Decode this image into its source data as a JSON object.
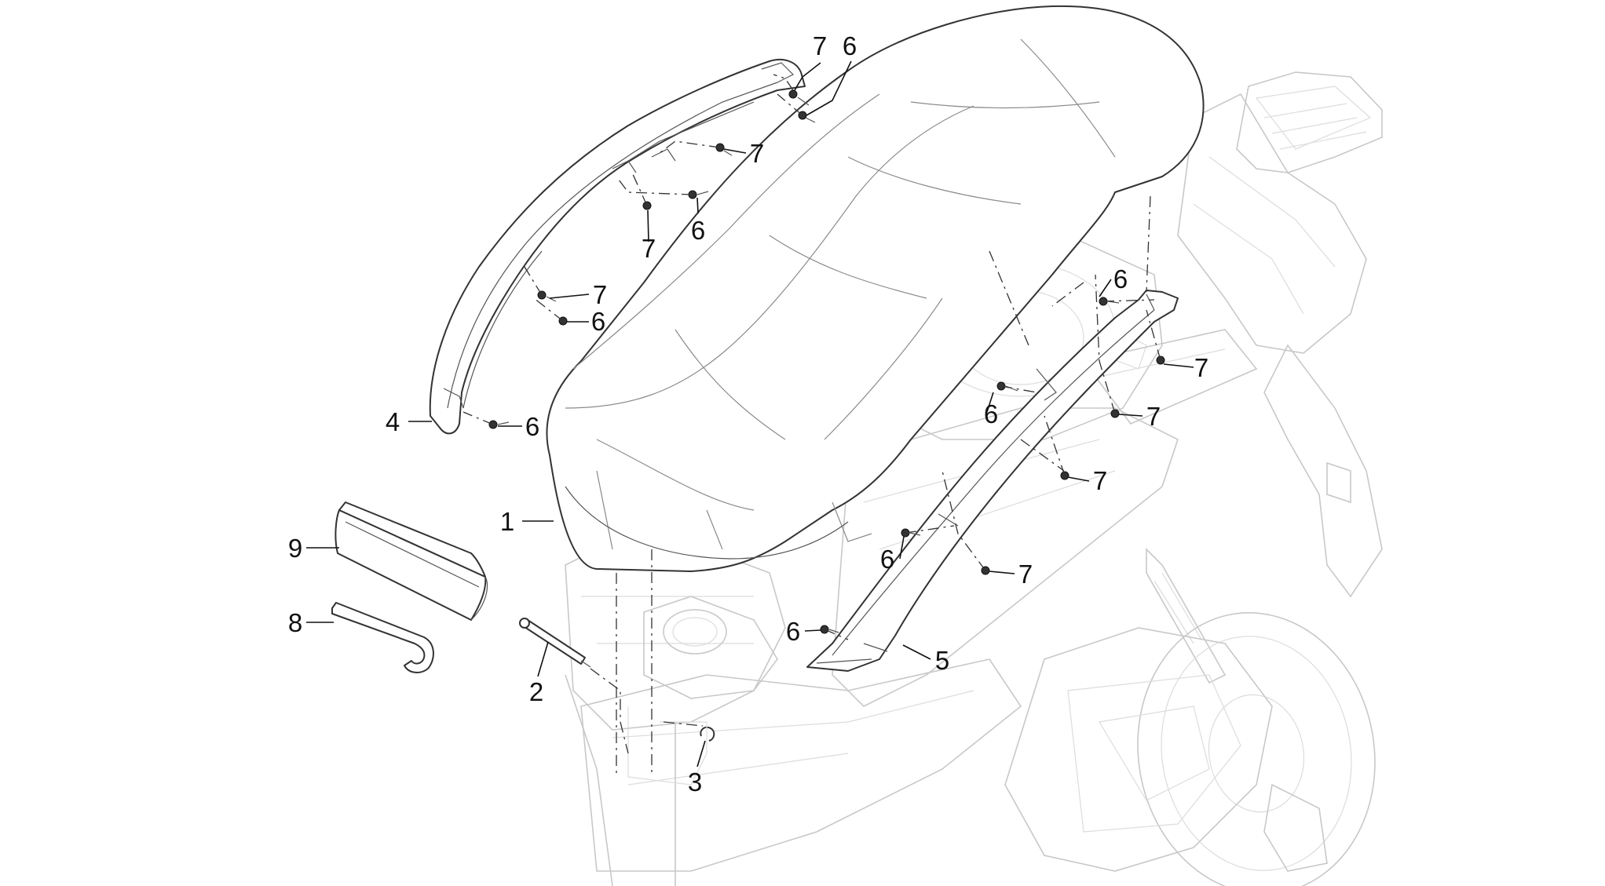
{
  "diagram": {
    "background_color": "#ffffff",
    "line_color": "#333333",
    "ghost_color": "#c8c8c8",
    "callouts": [
      {
        "id": "c1",
        "label": "1"
      },
      {
        "id": "c2",
        "label": "2"
      },
      {
        "id": "c3",
        "label": "3"
      },
      {
        "id": "c4",
        "label": "4"
      },
      {
        "id": "c5",
        "label": "5"
      },
      {
        "id": "c6a",
        "label": "6"
      },
      {
        "id": "c6b",
        "label": "6"
      },
      {
        "id": "c6c",
        "label": "6"
      },
      {
        "id": "c6d",
        "label": "6"
      },
      {
        "id": "c6e",
        "label": "6"
      },
      {
        "id": "c6f",
        "label": "6"
      },
      {
        "id": "c6g",
        "label": "6"
      },
      {
        "id": "c6h",
        "label": "6"
      },
      {
        "id": "c7a",
        "label": "7"
      },
      {
        "id": "c7b",
        "label": "7"
      },
      {
        "id": "c7c",
        "label": "7"
      },
      {
        "id": "c7d",
        "label": "7"
      },
      {
        "id": "c7e",
        "label": "7"
      },
      {
        "id": "c7f",
        "label": "7"
      },
      {
        "id": "c7g",
        "label": "7"
      },
      {
        "id": "c7h",
        "label": "7"
      },
      {
        "id": "c8",
        "label": "8"
      },
      {
        "id": "c9",
        "label": "9"
      }
    ]
  }
}
